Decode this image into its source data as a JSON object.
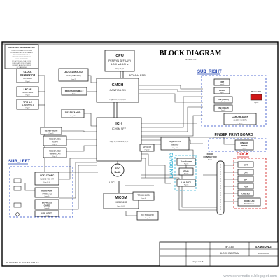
{
  "colors": {
    "section_blue": "#1e3fae",
    "section_red": "#d01818",
    "lan_board_cyan": "#36b3d6",
    "frame": "#000000"
  },
  "header": {
    "title": "BLOCK DIAGRAM",
    "revision": "Revision 1.0"
  },
  "notice": {
    "title": "SAMSUNG PROPRIETARY",
    "lines": [
      "THIS DOCUMENT CONTAINS",
      "CONFIDENTIAL PROPRIETARY",
      "INFORMATION THAT IS",
      "SAMSUNG ELECTRONICS",
      "CO'S PROPERTY.",
      "DO NOT DISCLOSE TO OR",
      "DUPLICATE FOR OTHERS",
      "EXCEPT AS AUTHORIZED",
      "BY SAMSUNG"
    ]
  },
  "sections": {
    "sub_right": "SUB_RIGHT",
    "sub_left": "SUB_LEFT",
    "lan_board": "LAN BOARD",
    "dock": "DOCK",
    "finger_print_board": "FINGER PRINT BOARD"
  },
  "blocks": {
    "cpu": {
      "name": "CPU",
      "line1": "PENRYN SFF(ULV)",
      "line2": "1.2GHz/1.4GHz",
      "page": "Page 3,4,5"
    },
    "gmch": {
      "name": "GMCH",
      "line1": "CANTIGA GS",
      "page": "Page 10,11,12,13,14,15"
    },
    "ich": {
      "name": "ICH",
      "line1": "ICH9M SFF",
      "page": "Page 16,17,18,19,20,21,22"
    },
    "rtc": {
      "line1": "RTC",
      "line2": "Batt."
    },
    "micom": {
      "name": "MICOM",
      "line1": "H8S/2111B",
      "page": "Page 30,31"
    },
    "clock": {
      "line1": "CLOCK",
      "line2": "GENERATOR",
      "line3": "CK-505M",
      "page": "Page 6"
    },
    "lpcip": {
      "line1": "LPC I/F",
      "line2": "LPCA/TKEEP",
      "page": "Page 8"
    },
    "tpm": {
      "line1": "TPM 1.2",
      "line2": "SLB9635TT1.2",
      "page": "Page 7"
    },
    "lcd": {
      "line1": "LED LCD(WXLCD)",
      "line2": "13.3\" (1280x800)",
      "page": "Page 25"
    },
    "ddr": {
      "line1": "DDR2-SODIMM x 2",
      "page": "Page 9"
    },
    "sata": {
      "line1": "1.8\" SATA HDD",
      "page": "Page 29"
    },
    "bt": {
      "line1": "BLUETOOTH",
      "page": "Page 29"
    },
    "minicard1": {
      "line1": "MINICARD1",
      "line2": "HSDPA",
      "page": "Page 28"
    },
    "minicard2": {
      "line1": "MINICARD2",
      "line2": "Wireless LAN",
      "page": "Page 28"
    },
    "ac97": {
      "line1": "AC97 CODEC",
      "line2": "ALC262-VC2-GR",
      "page": "Page 33,34"
    },
    "amp": {
      "line1": "Audio AMP",
      "line2": "TPA6017A2",
      "page": "Page 35"
    },
    "express": {
      "line1": "EXPRESS",
      "line2": "CARD",
      "page": "Page 36"
    },
    "usb_left": {
      "line1": "USB (LEFT)",
      "page": "Page 36"
    },
    "ec_gigabit": {
      "line1": "Gigabit LAN",
      "line2": "88E8057",
      "page": "Page 37"
    },
    "spi_rom": {
      "line1": "SPI ROM",
      "page": "Page 32"
    },
    "touchpad": {
      "line1": "TOUCHPAD",
      "page": "Page 40"
    },
    "keyboard": {
      "line1": "KEYBOARD",
      "page": "Page 40"
    },
    "transformer": {
      "line1": "Transformer",
      "page": "Page 38"
    },
    "rj45": {
      "line1": "RJ45",
      "page": "Page 38"
    },
    "lan_jack": {
      "line1": "LAN JACK",
      "page": "Page 38"
    },
    "crt_r": {
      "line1": "CRT",
      "page": "Page 26"
    },
    "hdmi": {
      "line1": "HDMI",
      "page": "Page 27"
    },
    "usb_right1": {
      "line1": "USB (RIGHT)",
      "page": "Page 36"
    },
    "usb_right2": {
      "line1": "USB (RIGHT)",
      "page": "Page 36"
    },
    "power_sw": {
      "line1": "Power SW",
      "page": "Page 40"
    },
    "cardreader": {
      "line1": "CARDREADER",
      "line2": "ALCOR AU6371",
      "page": "Page 38"
    },
    "finger": {
      "line1": "FINGER",
      "line2": "PRINT",
      "page": "Page 39"
    },
    "dock_conn": {
      "line1": "DOCK",
      "line2": "CONNECTOR",
      "page": "Page 41"
    },
    "dock_crt": {
      "line1": "CRT"
    },
    "dock_dvi": {
      "line1": "DVI"
    },
    "dock_dp": {
      "line1": "DP"
    },
    "dock_vga": {
      "line1": "VGA"
    },
    "dock_usb": {
      "line1": "USB x 3"
    },
    "dock_lan": {
      "line1": "DOCK LAN",
      "line2": "Transformer"
    }
  },
  "buses": {
    "fsb": "800MHz FSB",
    "lpc": "LPC"
  },
  "titleblock": {
    "company": "SAMSUNG",
    "model": "NP-X360",
    "doc": "BLOCK DIAGRAM",
    "sheet": "Page 1 of 48",
    "code": "BA41-00000A",
    "footer": "SB PRINTED BY REVIEW    REV 1.0"
  },
  "watermark": "www.schematic-x.blogspot.com"
}
